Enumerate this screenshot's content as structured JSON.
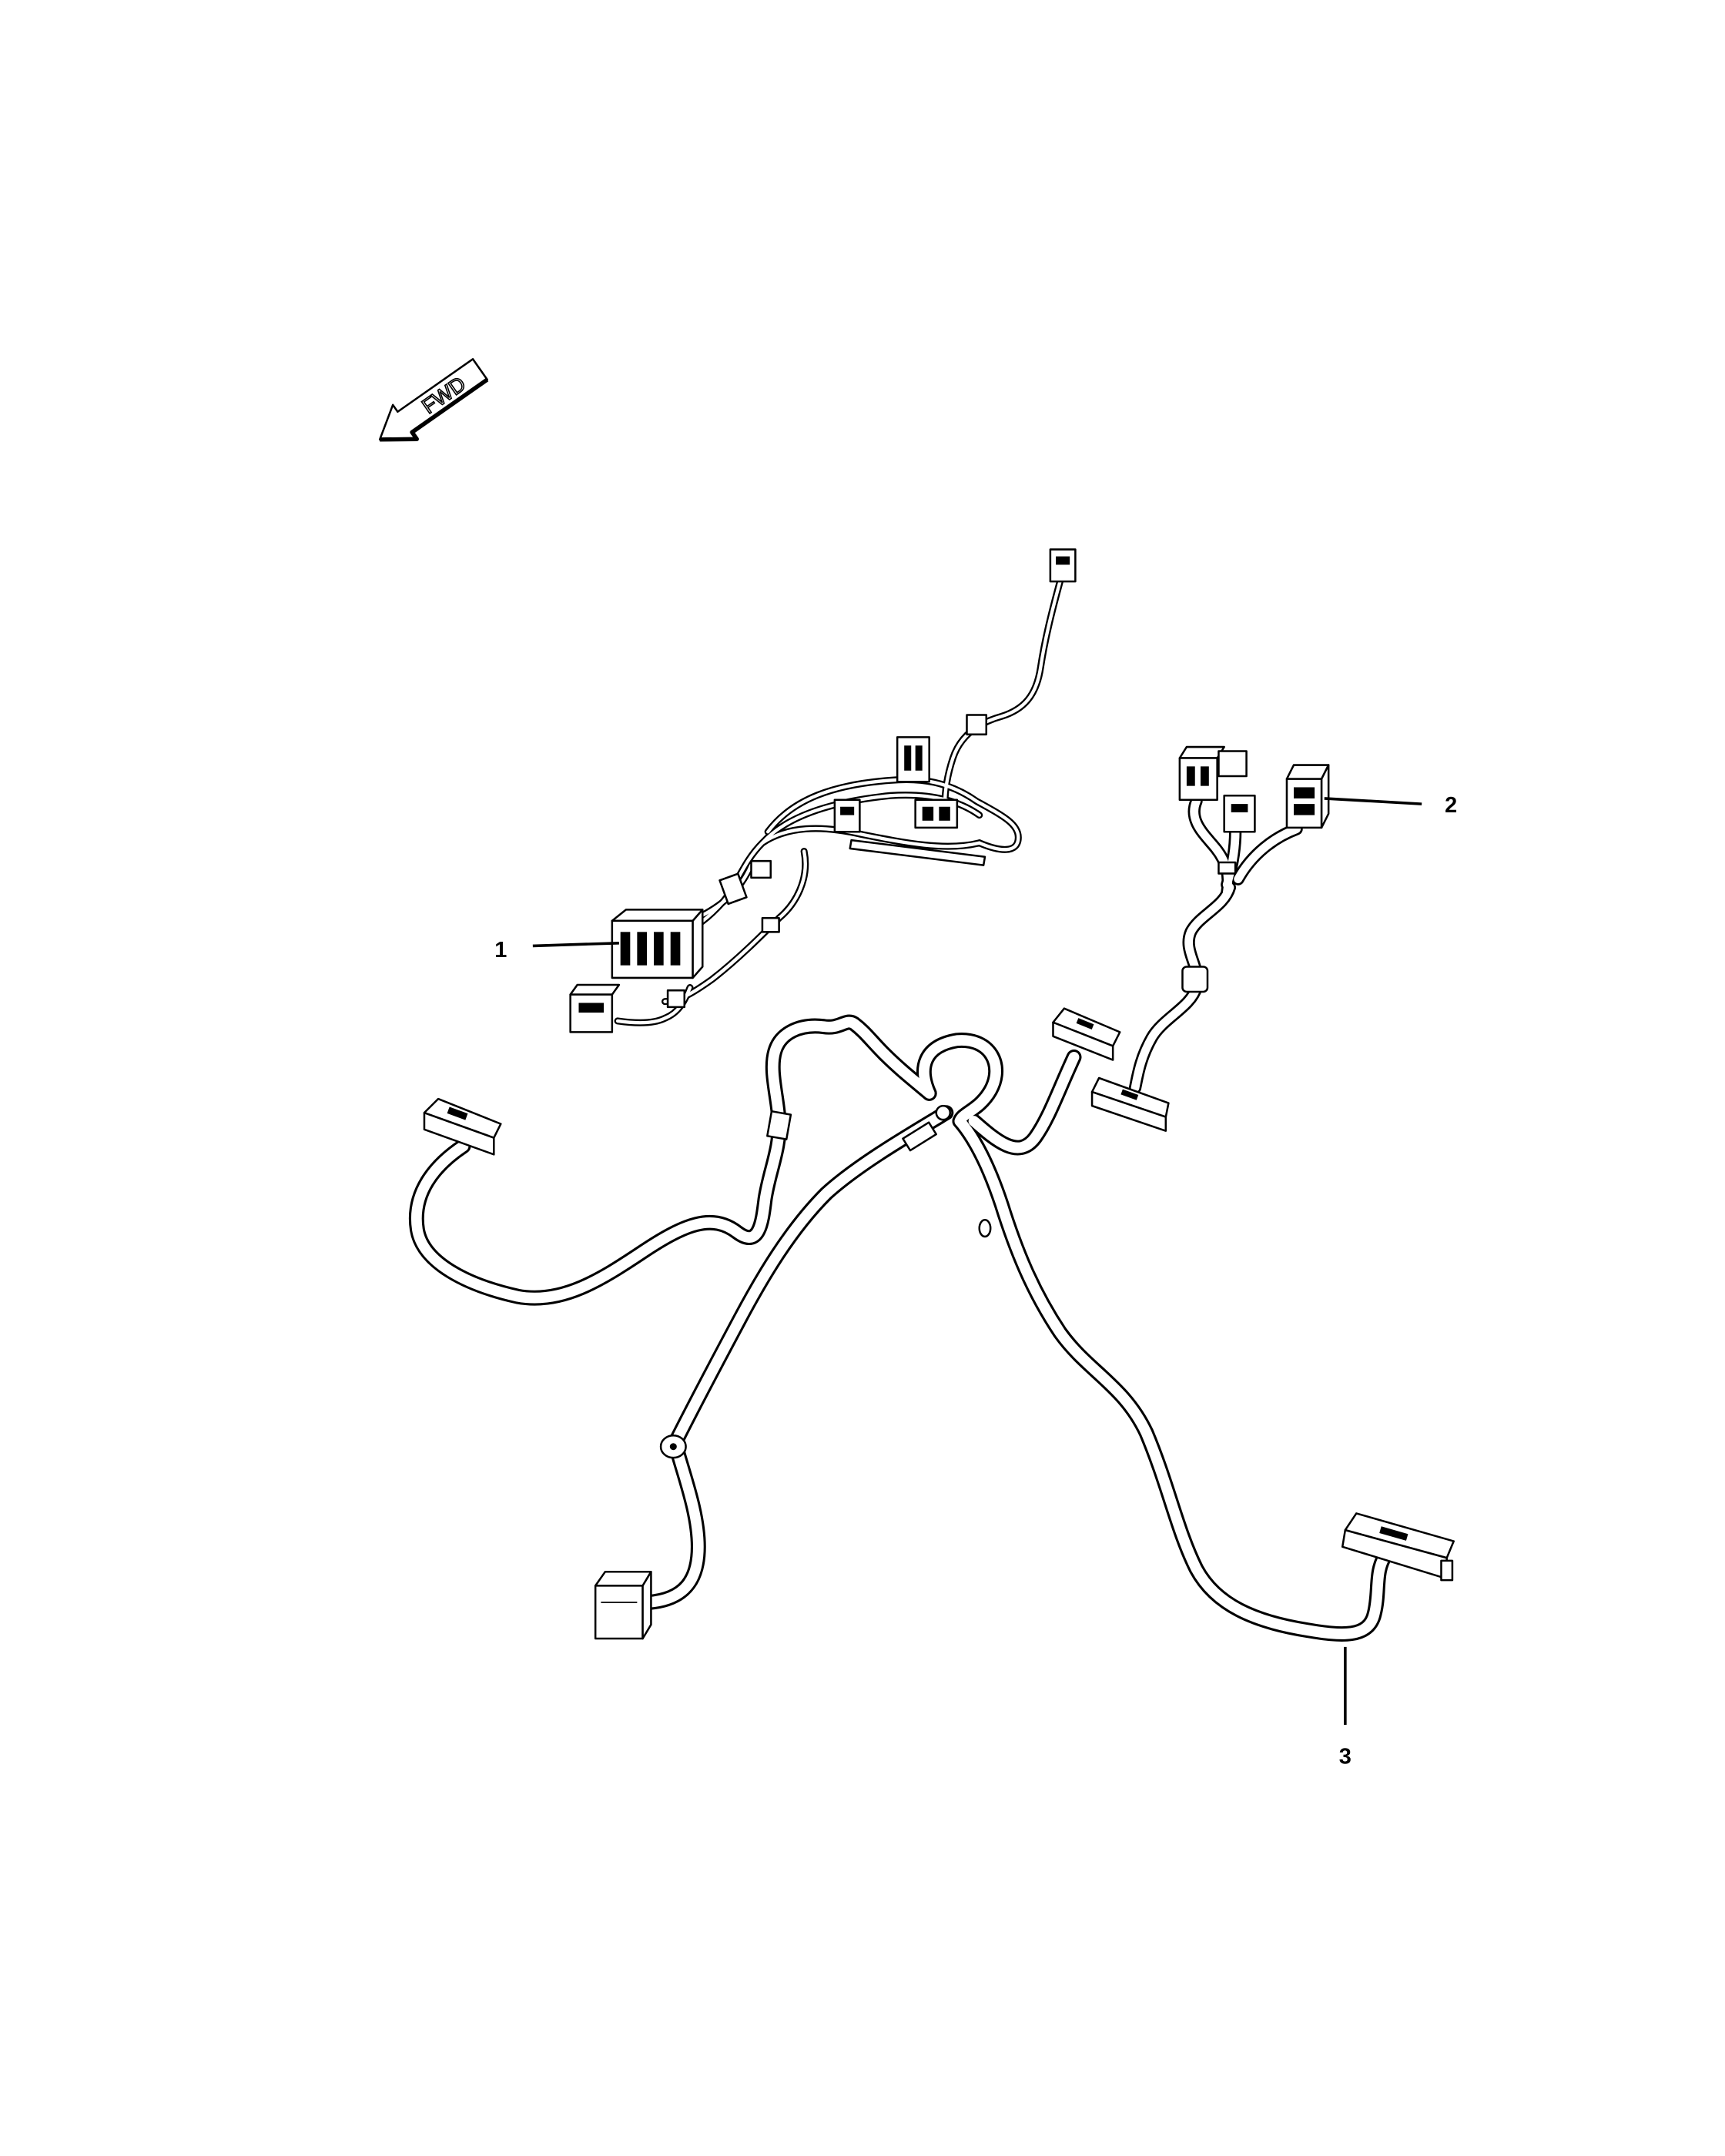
{
  "diagram": {
    "fwd_label": "FWD",
    "callouts": [
      {
        "label": "1"
      },
      {
        "label": "2"
      },
      {
        "label": "3"
      }
    ]
  },
  "colors": {
    "ink": "#000000",
    "paper": "#ffffff"
  }
}
